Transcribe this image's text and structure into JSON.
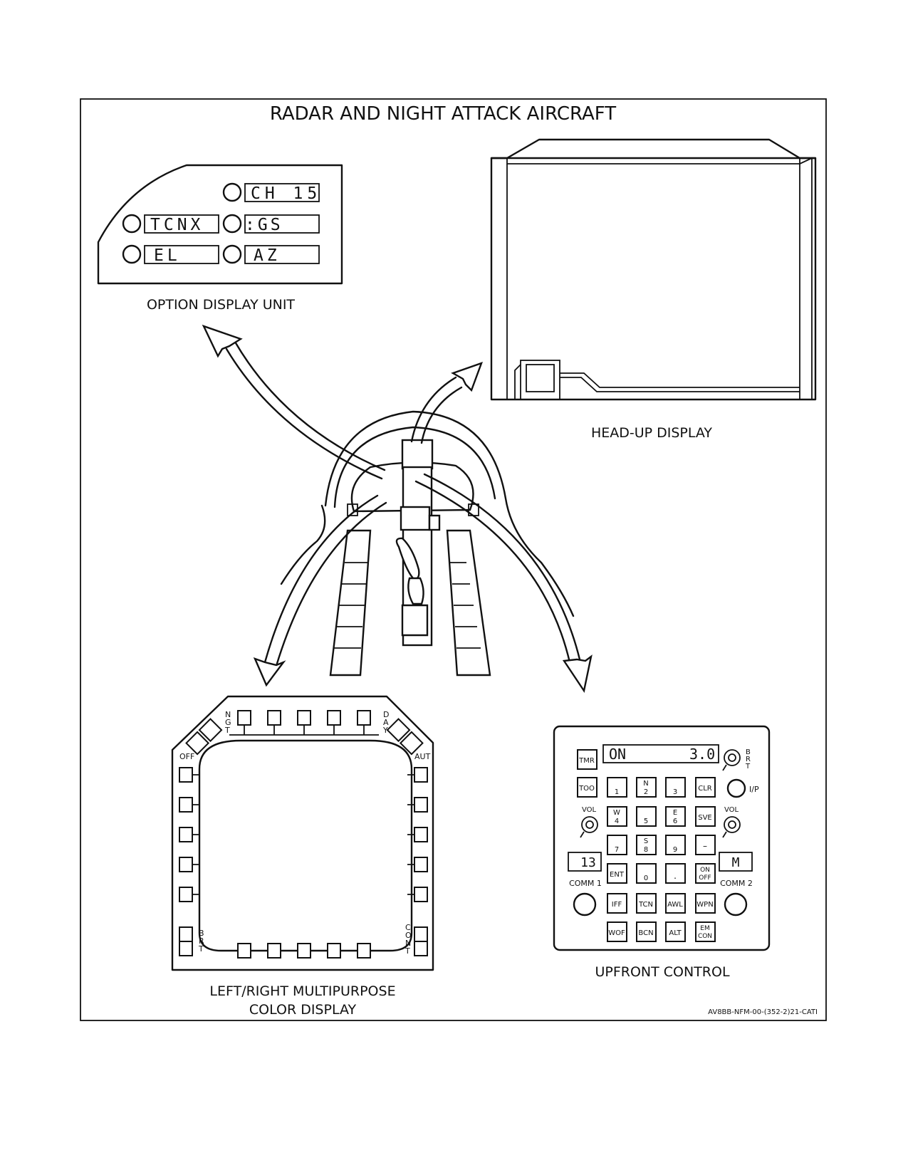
{
  "figure_title": "RADAR AND NIGHT ATTACK AIRCRAFT",
  "figure_id": "AV8BB-NFM-00-(352-2)21-CATI",
  "odu": {
    "label": "OPTION DISPLAY UNIT",
    "windows": [
      "CH 15",
      "TCNX",
      ":GS",
      "EL",
      "AZ"
    ]
  },
  "hud": {
    "label": "HEAD-UP DISPLAY"
  },
  "mpcd": {
    "label_line1": "LEFT/RIGHT MULTIPURPOSE",
    "label_line2": "COLOR DISPLAY",
    "ngt": "NGT",
    "day": "DAY",
    "off": "OFF",
    "aut": "AUT",
    "brt": "BRT",
    "cont": "CONT"
  },
  "ufc": {
    "label": "UPFRONT CONTROL",
    "display_left": "ON",
    "display_right": "3.0",
    "brt": "BRT",
    "ip": "I/P",
    "vol": "VOL",
    "comm1": "COMM 1",
    "comm2": "COMM 2",
    "comm1_channel": "13",
    "comm2_channel": "M",
    "keys": {
      "tmr": "TMR",
      "too": "TOO",
      "k1": "1",
      "n": "N",
      "k2": "2",
      "k3": "3",
      "clr": "CLR",
      "w": "W",
      "k4": "4",
      "k5": "5",
      "e": "E",
      "k6": "6",
      "sve": "SVE",
      "k7": "7",
      "s": "S",
      "k8": "8",
      "k9": "9",
      "dash": "–",
      "ent": "ENT",
      "k0": "0",
      "dot": ".",
      "on": "ON",
      "off": "OFF",
      "iff": "IFF",
      "tcn": "TCN",
      "awl": "AWL",
      "wpn": "WPN",
      "wof": "WOF",
      "bcn": "BCN",
      "alt": "ALT",
      "em": "EM",
      "con": "CON"
    }
  }
}
